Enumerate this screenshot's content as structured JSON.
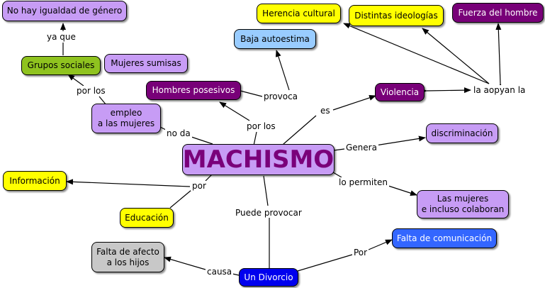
{
  "colors": {
    "lavender": "#c79cf5",
    "purple": "#780078",
    "yellow": "#ffff00",
    "olive": "#8fc31f",
    "lightblue": "#99ccff",
    "blue": "#0000ee",
    "cornflower": "#3366ff",
    "gray": "#c8c8c8",
    "main_text": "#7a007a"
  },
  "nodes": {
    "machismo": "MACHISMO",
    "no_igualdad": "No hay igualdad de género",
    "grupos_sociales": "Grupos sociales",
    "mujeres_sumisas": "Mujeres sumisas",
    "empleo": "empleo\na las mujeres",
    "hombres_posesivos": "Hombres posesivos",
    "baja_autoestima": "Baja autoestima",
    "herencia_cultural": "Herencia cultural",
    "distintas_ideologias": "Distintas ideologías",
    "fuerza_hombre": "Fuerza del hombre",
    "violencia": "Violencia",
    "discriminacion": "discriminación",
    "informacion": "Información",
    "educacion": "Educación",
    "mujeres_colaboran": "Las mujeres\ne incluso colaboran",
    "falta_comunicacion": "Falta de comunicación",
    "falta_afecto": "Falta de afecto\na los hijos",
    "divorcio": "Un Divorcio"
  },
  "links": {
    "ya_que": "ya que",
    "por_los_1": "por los",
    "no_da": "no da",
    "por_los_2": "por los",
    "provoca": "provoca",
    "es": "es",
    "la_aopyan_la": "la aopyan la",
    "genera": "Genera",
    "lo_permiten": "lo permiten",
    "por": "por",
    "puede_provocar": "Puede provocar",
    "causa": "causa",
    "por_2": "Por"
  }
}
